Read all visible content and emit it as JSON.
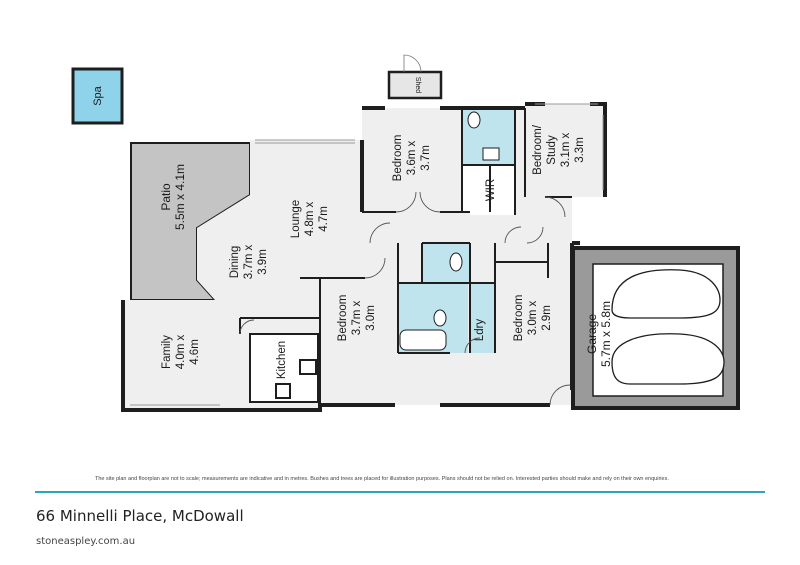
{
  "rooms": {
    "spa": "Spa",
    "shed": "Shed",
    "patio_name": "Patio",
    "patio_size": "5.5m x 4.1m",
    "lounge_name": "Lounge",
    "lounge_size1": "4.8m x",
    "lounge_size2": "4.7m",
    "dining_name": "Dining",
    "dining_size1": "3.7m x",
    "dining_size2": "3.9m",
    "family_name": "Family",
    "family_size1": "4.0m x",
    "family_size2": "4.6m",
    "kitchen": "Kitchen",
    "bed1_name": "Bedroom",
    "bed1_size1": "3.6m x",
    "bed1_size2": "3.7m",
    "wir": "WIR",
    "study_name1": "Bedroom/",
    "study_name2": "Study",
    "study_size1": "3.1m x",
    "study_size2": "3.3m",
    "bed2_name": "Bedroom",
    "bed2_size1": "3.7m x",
    "bed2_size2": "3.0m",
    "ldry": "Ldry",
    "bed3_name": "Bedroom",
    "bed3_size1": "3.0m x",
    "bed3_size2": "2.9m",
    "garage_name": "Garage",
    "garage_size": "5.7m x 5.8m"
  },
  "footer": {
    "disclaimer": "The site plan and floorplan are not to scale; measurements are indicative and in metres. Bushes and trees are placed for illustration purposes. Plans should not be relied on. Interested parties should make and rely on their own enquiries.",
    "address": "66 Minnelli Place, McDowall",
    "website": "stoneaspley.com.au"
  },
  "colors": {
    "wall": "#1e1e1e",
    "floor": "#efefef",
    "wet_area": "#bfe4ee",
    "spa": "#8fd3ea",
    "patio": "#c4c4c4",
    "garage": "#9a9a9a",
    "accent_rule": "#2aa7b4"
  }
}
